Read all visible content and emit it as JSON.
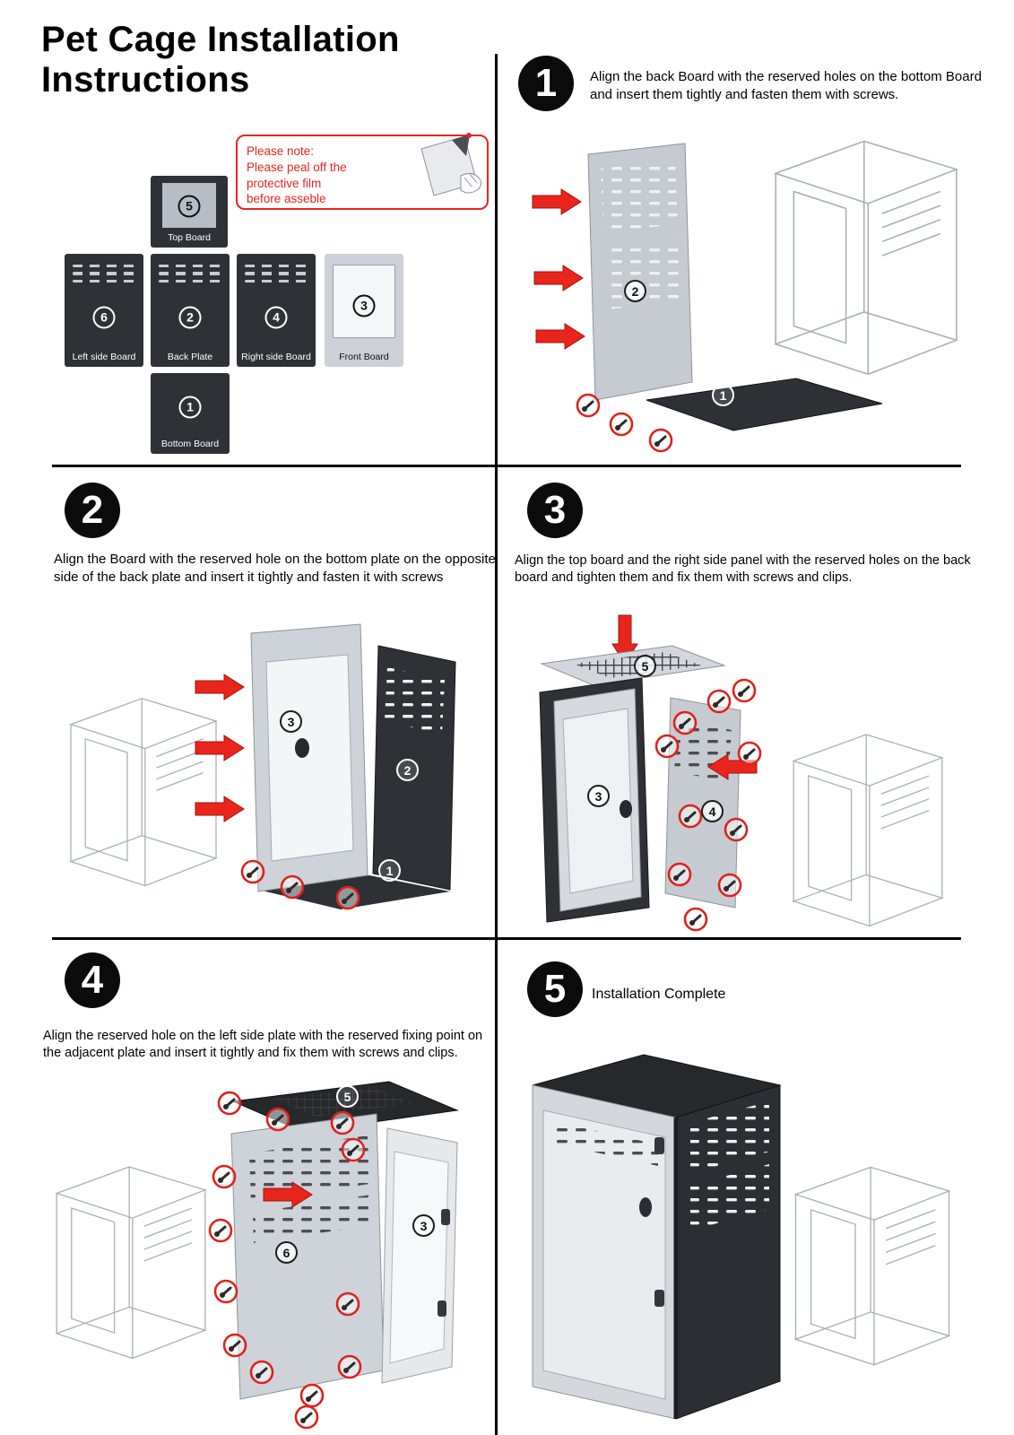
{
  "title": {
    "line1": "Pet Cage Installation",
    "line2": "Instructions"
  },
  "note": {
    "heading": "Please note:",
    "body_line1": "Please peal off the protective film",
    "body_line2": "before asseble"
  },
  "parts": {
    "top_board": {
      "num": "5",
      "label": "Top Board"
    },
    "left_side": {
      "num": "6",
      "label": "Left side  Board"
    },
    "back_plate": {
      "num": "2",
      "label": "Back Plate"
    },
    "right_side": {
      "num": "4",
      "label": "Right side Board"
    },
    "front_board": {
      "num": "3",
      "label": "Front Board"
    },
    "bottom_board": {
      "num": "1",
      "label": "Bottom Board"
    }
  },
  "steps": [
    {
      "num": "1",
      "text": "Align the back Board with the reserved holes on the bottom Board and insert them tightly and fasten  them with screws.",
      "callouts": [
        "2",
        "1"
      ]
    },
    {
      "num": "2",
      "text": "Align the Board with the reserved hole on the bottom plate on the opposite side of the back plate and insert it tightly and fasten it with screws",
      "callouts": [
        "3",
        "2",
        "1"
      ]
    },
    {
      "num": "3",
      "text": "Align the top board  and the right side panel with the reserved holes on the back board  and tighten them and fix them with screws and clips.",
      "callouts": [
        "5",
        "3",
        "4"
      ]
    },
    {
      "num": "4",
      "text": "Align the reserved hole on the left side plate with the reserved fixing point on the adjacent plate and insert it tightly and fix them with screws and clips.",
      "callouts": [
        "5",
        "6",
        "3"
      ]
    },
    {
      "num": "5",
      "text": "Installation Complete",
      "callouts": []
    }
  ]
}
